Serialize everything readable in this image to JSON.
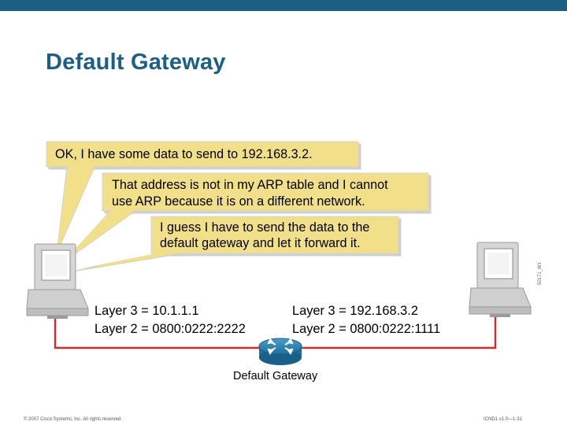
{
  "slide": {
    "title": "Default Gateway",
    "accent_color": "#1d5f84",
    "bubble_color": "#f1e089",
    "link_color": "#d42a2a"
  },
  "bubbles": {
    "first": "OK, I have some data to send to 192.168.3.2.",
    "second_line1": "That address is not in my ARP table and I cannot",
    "second_line2": "use ARP because it is on a different network.",
    "third_line1": "I guess I have to send the data to the",
    "third_line2": "default gateway and let it forward it."
  },
  "left_host": {
    "layer3": "Layer 3 = 10.1.1.1",
    "layer2": "Layer 2 = 0800:0222:2222"
  },
  "right_host": {
    "layer3": "Layer 3 = 192.168.3.2",
    "layer2": "Layer 2 = 0800:0222:1111"
  },
  "router": {
    "label": "Default Gateway",
    "icon": "router-icon"
  },
  "footer": {
    "copyright": "© 2007 Cisco Systems, Inc. All rights reserved.",
    "course_code": "ICND1 v1.0—1-31"
  },
  "figure_code": "50171_W1"
}
